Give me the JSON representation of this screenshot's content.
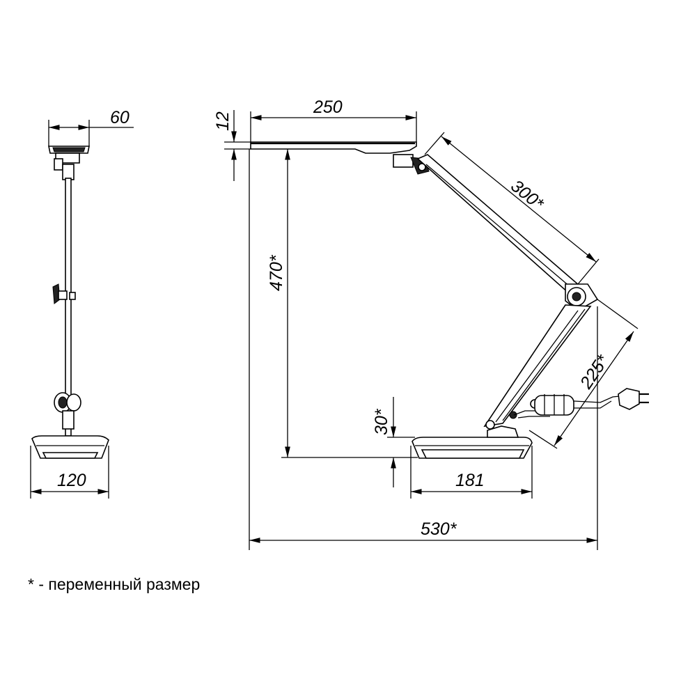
{
  "dimensions": {
    "side_width": "60",
    "base_width_side": "120",
    "panel_thickness": "12",
    "panel_length": "250",
    "upper_arm": "300*",
    "height": "470*",
    "lower_arm": "225*",
    "base_height": "30*",
    "base_length": "181",
    "total_length": "530*"
  },
  "note": "* - переменный размер"
}
